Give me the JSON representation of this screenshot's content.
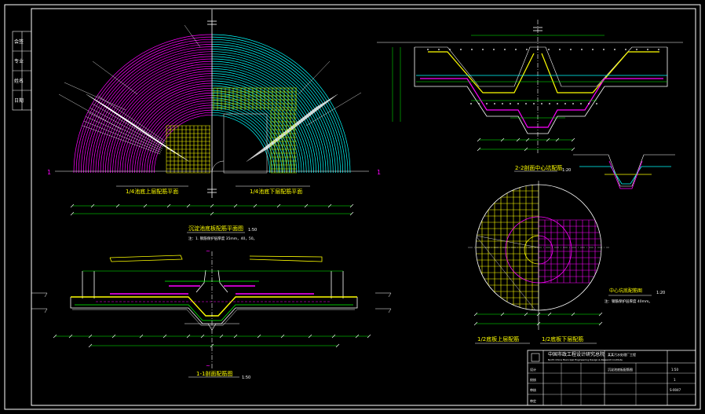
{
  "colors": {
    "background": "#000000",
    "magenta": "#ff00ff",
    "cyan": "#00ffff",
    "yellow": "#ffff00",
    "green": "#00ff00",
    "white": "#ffffff",
    "lime": "#c8ff00"
  },
  "titles": {
    "quarter_top": "1/4池底上层配筋平面",
    "quarter_bottom": "1/4池底下层配筋平面",
    "plan_main": "沉淀池底板配筋平面图",
    "plan_scale": "1:50",
    "plan_note": "注：1. 钢筋保护层厚度 35mm，40，50。",
    "section_11": "1-1剖面配筋图",
    "section_11_scale": "1:50",
    "section_22": "2-2剖面中心坑配筋",
    "section_22_scale": "1:20",
    "pit_plan": "中心坑底配筋图",
    "pit_scale": "1:20",
    "pit_note": "注：钢筋保护层厚度 40mm。",
    "pit_half_top": "1/2底板上层配筋",
    "pit_half_bottom": "1/2底板下层配筋"
  },
  "markers": {
    "left": "1",
    "right": "1",
    "sym": "~"
  },
  "title_block": {
    "company": "中国市政工程设计研究总院",
    "company_en": "North China Municipal Engineering Design & Research Institute",
    "project": "某某污水处理厂工程",
    "drawing": "沉淀池底板配筋图",
    "rows": [
      "设计",
      "校核",
      "审核",
      "审定"
    ],
    "scale": "1:50",
    "sheet": "1",
    "number": "S-0047"
  },
  "side_strip": {
    "labels": [
      "会签",
      "专业",
      "姓名",
      "日期"
    ]
  }
}
